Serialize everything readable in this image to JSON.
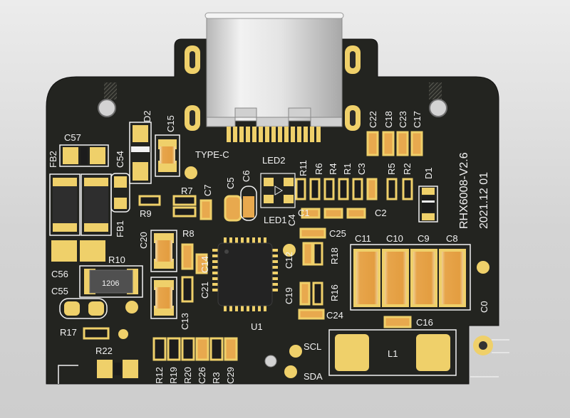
{
  "board": {
    "revision": "RHX6008-V2.6",
    "date": "2021.12 01",
    "connector_label": "TYPE-C",
    "ic_label": "U1",
    "inductor_label": "L1",
    "scl_label": "SCL",
    "sda_label": "SDA",
    "inductor_pkg": "1206",
    "partial_label": "C0"
  },
  "designators": {
    "fb2": "FB2",
    "fb1": "FB1",
    "c57": "C57",
    "c54": "C54",
    "d2": "D2",
    "c15": "C15",
    "led2": "LED2",
    "led1": "LED1",
    "r7": "R7",
    "r9": "R9",
    "c7": "C7",
    "c5": "C5",
    "c6": "C6",
    "r8": "R8",
    "c20": "C20",
    "c14": "C14",
    "c21": "C21",
    "c13": "C13",
    "r10": "R10",
    "c56": "C56",
    "c55": "C55",
    "r17": "R17",
    "r22": "R22",
    "r11": "R11",
    "r6": "R6",
    "r4": "R4",
    "r1": "R1",
    "r5": "R5",
    "r2": "R2",
    "c4": "C4",
    "c3": "C3",
    "d1": "D1",
    "c1": "C1",
    "c2": "C2",
    "c22": "C22",
    "c18": "C18",
    "c23": "C23",
    "c17": "C17",
    "c25": "C25",
    "c12": "C12",
    "r18": "R18",
    "c19": "C19",
    "r16": "R16",
    "c24": "C24",
    "c11": "C11",
    "c10": "C10",
    "c9": "C9",
    "c8": "C8",
    "c16": "C16",
    "r12": "R12",
    "r19": "R19",
    "r20": "R20",
    "c26": "C26",
    "r3": "R3",
    "c29": "C29"
  },
  "colors": {
    "board": "#232420",
    "silkscreen": "#f2f2f2",
    "pad": "#efd06a",
    "capacitor": "#e8a94e",
    "resistor": "#1c1c1c",
    "usb_shell": "#d8d8d8"
  },
  "icons": [
    "usb-c-connector-icon",
    "qfn-chip-icon",
    "inductor-icon",
    "led-icon",
    "mounting-hole-icon"
  ]
}
